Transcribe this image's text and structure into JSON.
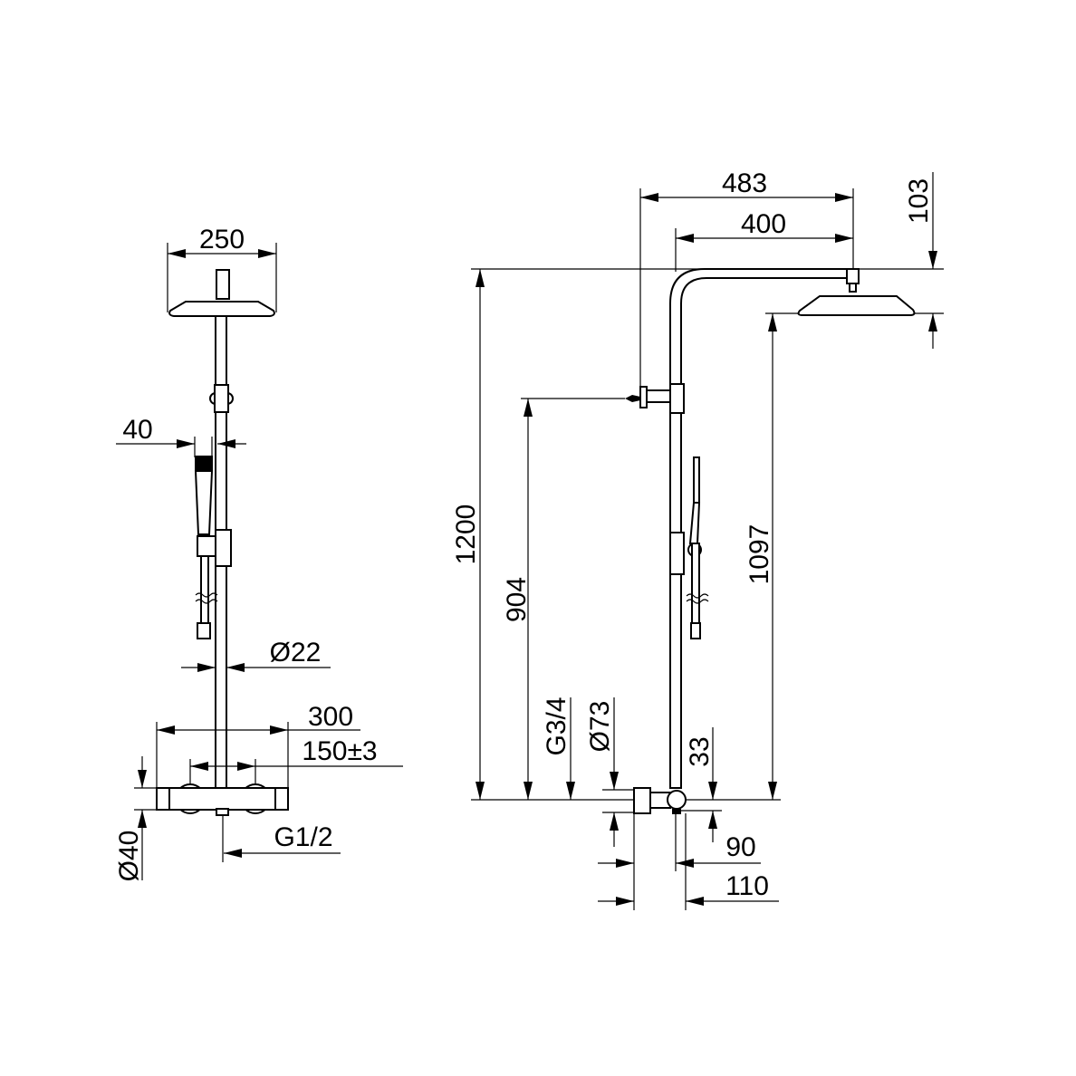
{
  "colors": {
    "line": "#000000",
    "background": "#ffffff"
  },
  "front_view": {
    "dims": {
      "head_width": "250",
      "hand_shower_offset": "40",
      "pipe_diameter": "Ø22",
      "mixer_width": "300",
      "inlet_spacing": "150±3",
      "mixer_diameter": "Ø40",
      "outlet_thread": "G1/2"
    }
  },
  "side_view": {
    "dims": {
      "overall_projection": "483",
      "arm_length": "400",
      "head_height": "103",
      "overall_height": "1200",
      "diverter_height": "904",
      "head_clearance": "1097",
      "inlet_thread": "G3/4",
      "mixer_body_diameter": "Ø73",
      "mixer_axis_offset": "33",
      "wall_to_pipe": "90",
      "wall_to_front": "110"
    }
  }
}
